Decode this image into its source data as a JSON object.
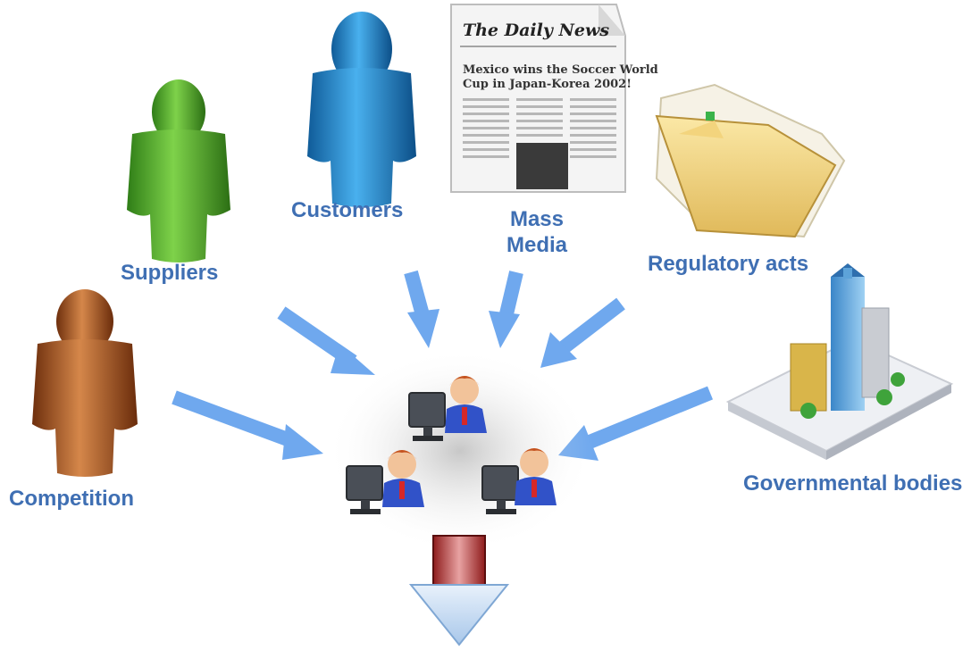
{
  "labels": {
    "customers": "Customers",
    "suppliers": "Suppliers",
    "competition": "Competition",
    "mass_media_line1": "Mass",
    "mass_media_line2": "Media",
    "regulatory_acts": "Regulatory acts",
    "governmental_bodies": "Governmental bodies"
  },
  "newspaper": {
    "masthead": "The Daily News",
    "headline_line1": "Mexico wins the Soccer World",
    "headline_line2": "Cup in Japan-Korea 2002!"
  },
  "colors": {
    "label": "#3f6fb3",
    "arrow": "#6fa8ee",
    "suppliers_figure": "#4caf2e",
    "customers_figure": "#1e7fc7",
    "competition_figure": "#a5521f"
  }
}
